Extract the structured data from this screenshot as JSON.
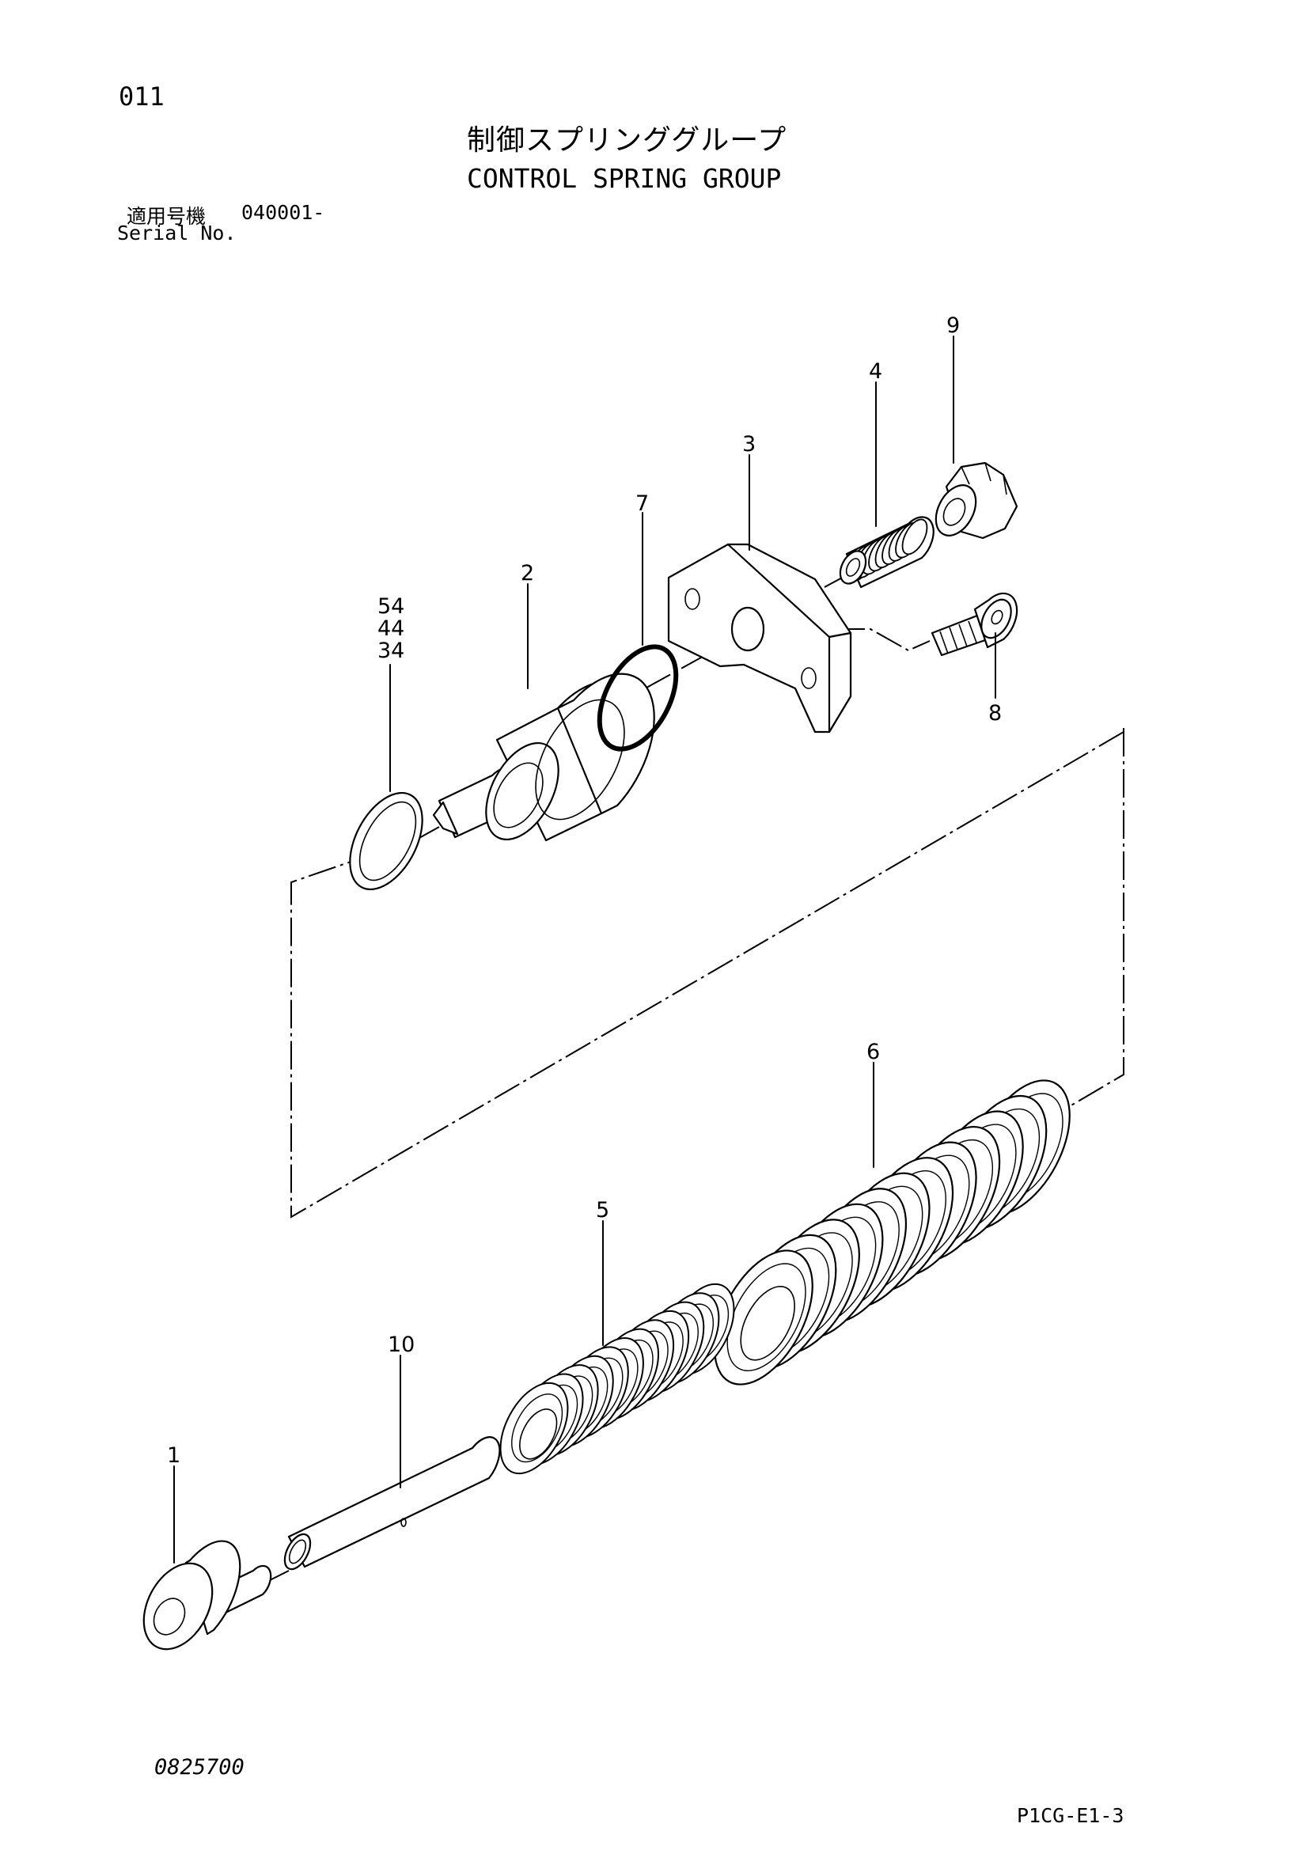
{
  "header": {
    "page_number": "011",
    "title_ja": "制御スプリンググループ",
    "title_en": "CONTROL SPRING GROUP",
    "serial_label_ja": "適用号機",
    "serial_range": "040001-",
    "serial_label_en": "Serial No."
  },
  "callouts": {
    "c1": "1",
    "c2": "2",
    "c3": "3",
    "c4": "4",
    "c5": "5",
    "c6": "6",
    "c7": "7",
    "c8": "8",
    "c9": "9",
    "c10": "10",
    "c34_54": [
      "54",
      "44",
      "34"
    ]
  },
  "footer": {
    "drawing_number": "0825700",
    "page_code": "P1CG-E1-3"
  }
}
